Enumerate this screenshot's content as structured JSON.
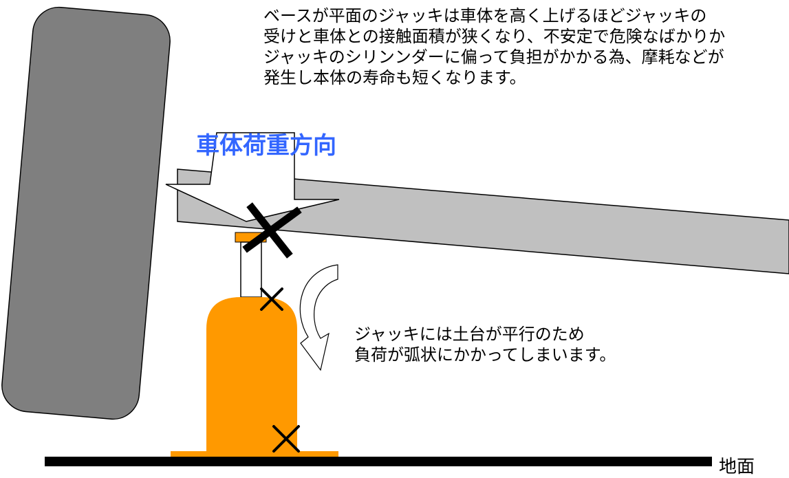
{
  "diagram": {
    "colors": {
      "tire": "#7f7f7f",
      "frame": "#c0c0c0",
      "jack": "#ff9900",
      "load_label": "#3366ff",
      "ground": "#000000",
      "arrow_fill": "#ffffff"
    },
    "note_top": {
      "lines": [
        "ベースが平面のジャッキは車体を高く上げるほどジャッキの",
        "受けと車体との接触面積が狭くなり、不安定で危険なばかりか",
        "ジャッキのシリンンダーに偏って負担がかかる為、摩耗などが",
        "発生し本体の寿命も短くなります。"
      ]
    },
    "load_direction_label": "車体荷重方向",
    "note_mid": {
      "lines": [
        "ジャッキには土台が平行のため",
        "負荷が弧状にかかってしまいます。"
      ]
    },
    "ground_label": "地面",
    "icons": [
      "large-x-mark-icon",
      "small-x-mark-icon",
      "curved-arrow-icon",
      "down-arrow-icon"
    ]
  }
}
